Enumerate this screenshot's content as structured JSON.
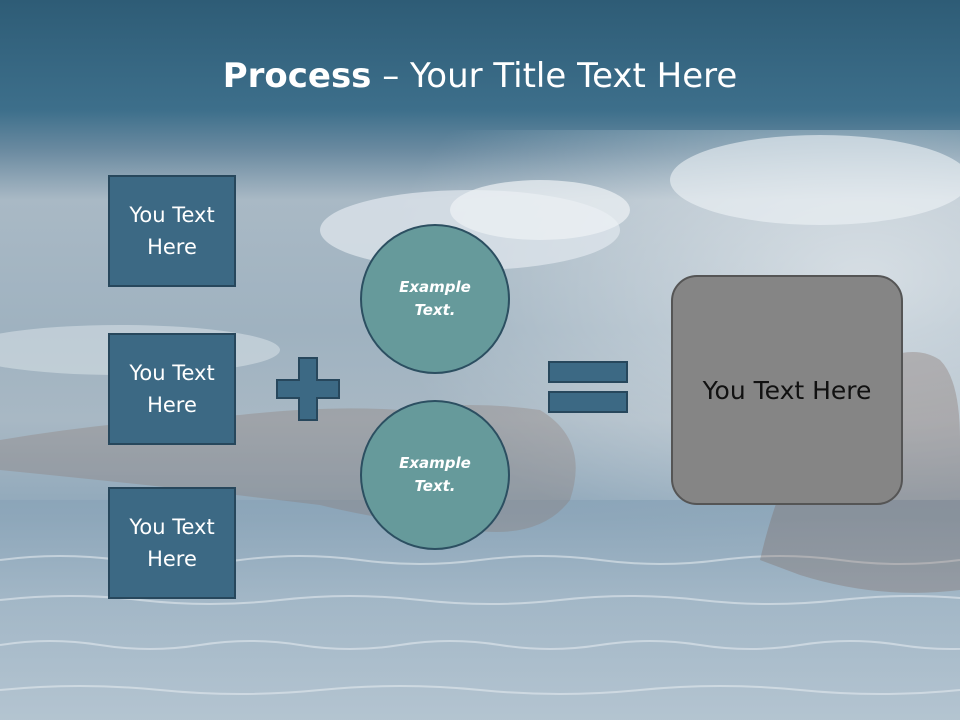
{
  "slide": {
    "title_bold": "Process",
    "title_rest": " – Your Title Text Here",
    "boxes": [
      "You Text\nHere",
      "You Text\nHere",
      "You Text\nHere"
    ],
    "circles": [
      "Example\nText.",
      "Example\nText."
    ],
    "result": "You Text Here",
    "colors": {
      "box_fill": "#3c6984",
      "circle_fill": "#669a9b",
      "result_fill": "#858585",
      "header": "#2e5c76"
    },
    "icons": [
      "plus-icon",
      "equals-icon"
    ]
  }
}
